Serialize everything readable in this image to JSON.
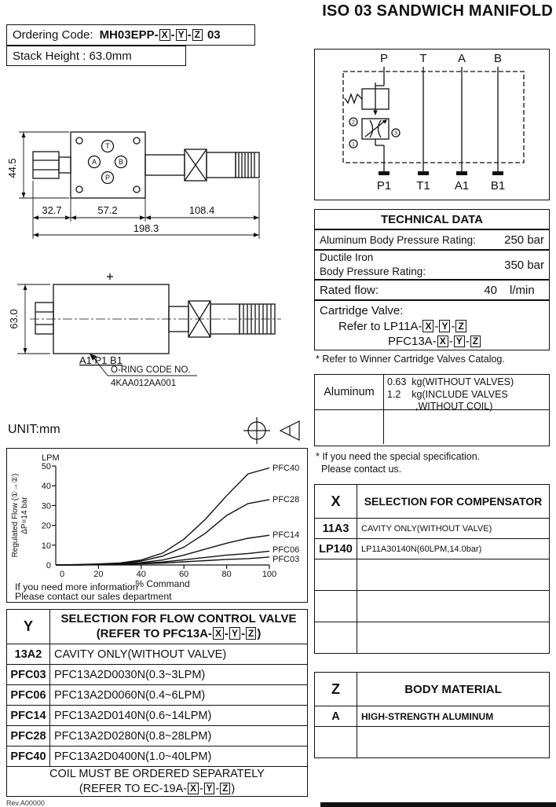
{
  "page": {
    "title": "ISO 03 SANDWICH MANIFOLD",
    "unit_note": "UNIT:mm",
    "rev": "Rev.A00000"
  },
  "codes": {
    "x": "X",
    "y": "Y",
    "z": "Z",
    "sep": "-",
    "close": ")"
  },
  "ordering": {
    "label": "Ordering Code:",
    "prefix": "MH03EPP-",
    "suffix": "03",
    "stack_height": "Stack Height : 63.0mm"
  },
  "schematic": {
    "ports_top": [
      "P",
      "T",
      "A",
      "B"
    ],
    "ports_bottom": [
      "P1",
      "T1",
      "A1",
      "B1"
    ],
    "callouts": [
      "2",
      "1",
      "3"
    ]
  },
  "drawing_top": {
    "dim_height": "44.5",
    "dim_a": "32.7",
    "dim_b": "57.2",
    "dim_c": "108.4",
    "dim_total": "198.3",
    "ports": {
      "t": "T",
      "a": "A",
      "b": "B",
      "p": "P"
    }
  },
  "drawing_side": {
    "dim_height": "63.0",
    "ports_label": "A1 P1 B1",
    "oring_l1": "O-RING CODE NO.",
    "oring_l2": "4KAA012AA001"
  },
  "technical": {
    "header": "TECHNICAL DATA",
    "aluminum_label": "Aluminum Body Pressure Rating:",
    "aluminum_value": "250 bar",
    "ductile_l1": "Ductile Iron",
    "ductile_l2": "Body Pressure Rating:",
    "ductile_value": "350 bar",
    "flow_label": "Rated flow:",
    "flow_value": "40",
    "flow_unit": "l/min",
    "cartridge_title": "Cartridge Valve:",
    "cartridge_l1_prefix": "Refer to LP11A-",
    "cartridge_l2_prefix": "PFC13A-",
    "note_catalog": "* Refer to Winner Cartridge Valves Catalog.",
    "weight_material": "Aluminum",
    "weight_l1": "0.63  kg(WITHOUT VALVES)",
    "weight_l2": "1.2    kg(INCLUDE VALVES",
    "weight_l3": ",WITHOUT COIL)",
    "note_special_l1": "* If you need the special specification.",
    "note_special_l2": "Please contact us."
  },
  "chart_note": {
    "l1": "If you need more information",
    "l2": "Please contact our sales department"
  },
  "chart_data": {
    "type": "line",
    "unit_label": "LPM",
    "xlabel": "% Command",
    "ylabel_line1": "Regulated Flow (①→②)",
    "ylabel_line2": "ΔP=14 bar",
    "xlim": [
      0,
      100
    ],
    "ylim": [
      0,
      50
    ],
    "xticks": [
      "0",
      "20",
      "40",
      "60",
      "80",
      "100"
    ],
    "yticks": [
      "0",
      "10",
      "20",
      "30",
      "40",
      "50"
    ],
    "x": [
      0,
      10,
      20,
      30,
      40,
      50,
      60,
      70,
      80,
      90,
      100
    ],
    "series": [
      {
        "name": "PFC40",
        "values": [
          0,
          0.2,
          0.5,
          1,
          2.5,
          6,
          13,
          23,
          35,
          46,
          49
        ]
      },
      {
        "name": "PFC28",
        "values": [
          0,
          0.1,
          0.4,
          0.8,
          2,
          4.5,
          9,
          16,
          25,
          31,
          33
        ]
      },
      {
        "name": "PFC14",
        "values": [
          0,
          0,
          0.3,
          0.6,
          1.2,
          2.5,
          5,
          8,
          11,
          13.5,
          15
        ]
      },
      {
        "name": "PFC06",
        "values": [
          0,
          0,
          0.2,
          0.4,
          0.8,
          1.5,
          2.6,
          3.8,
          5,
          5.8,
          7
        ]
      },
      {
        "name": "PFC03",
        "values": [
          0,
          0,
          0.1,
          0.3,
          0.6,
          1,
          1.6,
          2.2,
          2.8,
          3.2,
          4
        ]
      }
    ]
  },
  "table_x": {
    "key": "X",
    "title": "SELECTION FOR COMPENSATOR",
    "rows": [
      {
        "code": "11A3",
        "desc": "CAVITY ONLY(WITHOUT VALVE)"
      },
      {
        "code": "LP140",
        "desc": "LP11A30140N(60LPM,14.0bar)"
      }
    ]
  },
  "table_y": {
    "key": "Y",
    "title_l1": "SELECTION FOR FLOW CONTROL VALVE",
    "title_l2_prefix": "(REFER TO PFC13A-",
    "rows": [
      {
        "code": "13A2",
        "desc": "CAVITY ONLY(WITHOUT VALVE)"
      },
      {
        "code": "PFC03",
        "desc": "PFC13A2D0030N(0.3~3LPM)"
      },
      {
        "code": "PFC06",
        "desc": "PFC13A2D0060N(0.4~6LPM)"
      },
      {
        "code": "PFC14",
        "desc": "PFC13A2D0140N(0.6~14LPM)"
      },
      {
        "code": "PFC28",
        "desc": "PFC13A2D0280N(0.8~28LPM)"
      },
      {
        "code": "PFC40",
        "desc": "PFC13A2D0400N(1.0~40LPM)"
      }
    ],
    "footer_l1": "COIL MUST BE ORDERED SEPARATELY",
    "footer_l2_prefix": "(REFER TO EC-19A-"
  },
  "table_z": {
    "key": "Z",
    "title": "BODY MATERIAL",
    "rows": [
      {
        "code": "A",
        "desc": "HIGH-STRENGTH ALUMINUM"
      }
    ]
  }
}
